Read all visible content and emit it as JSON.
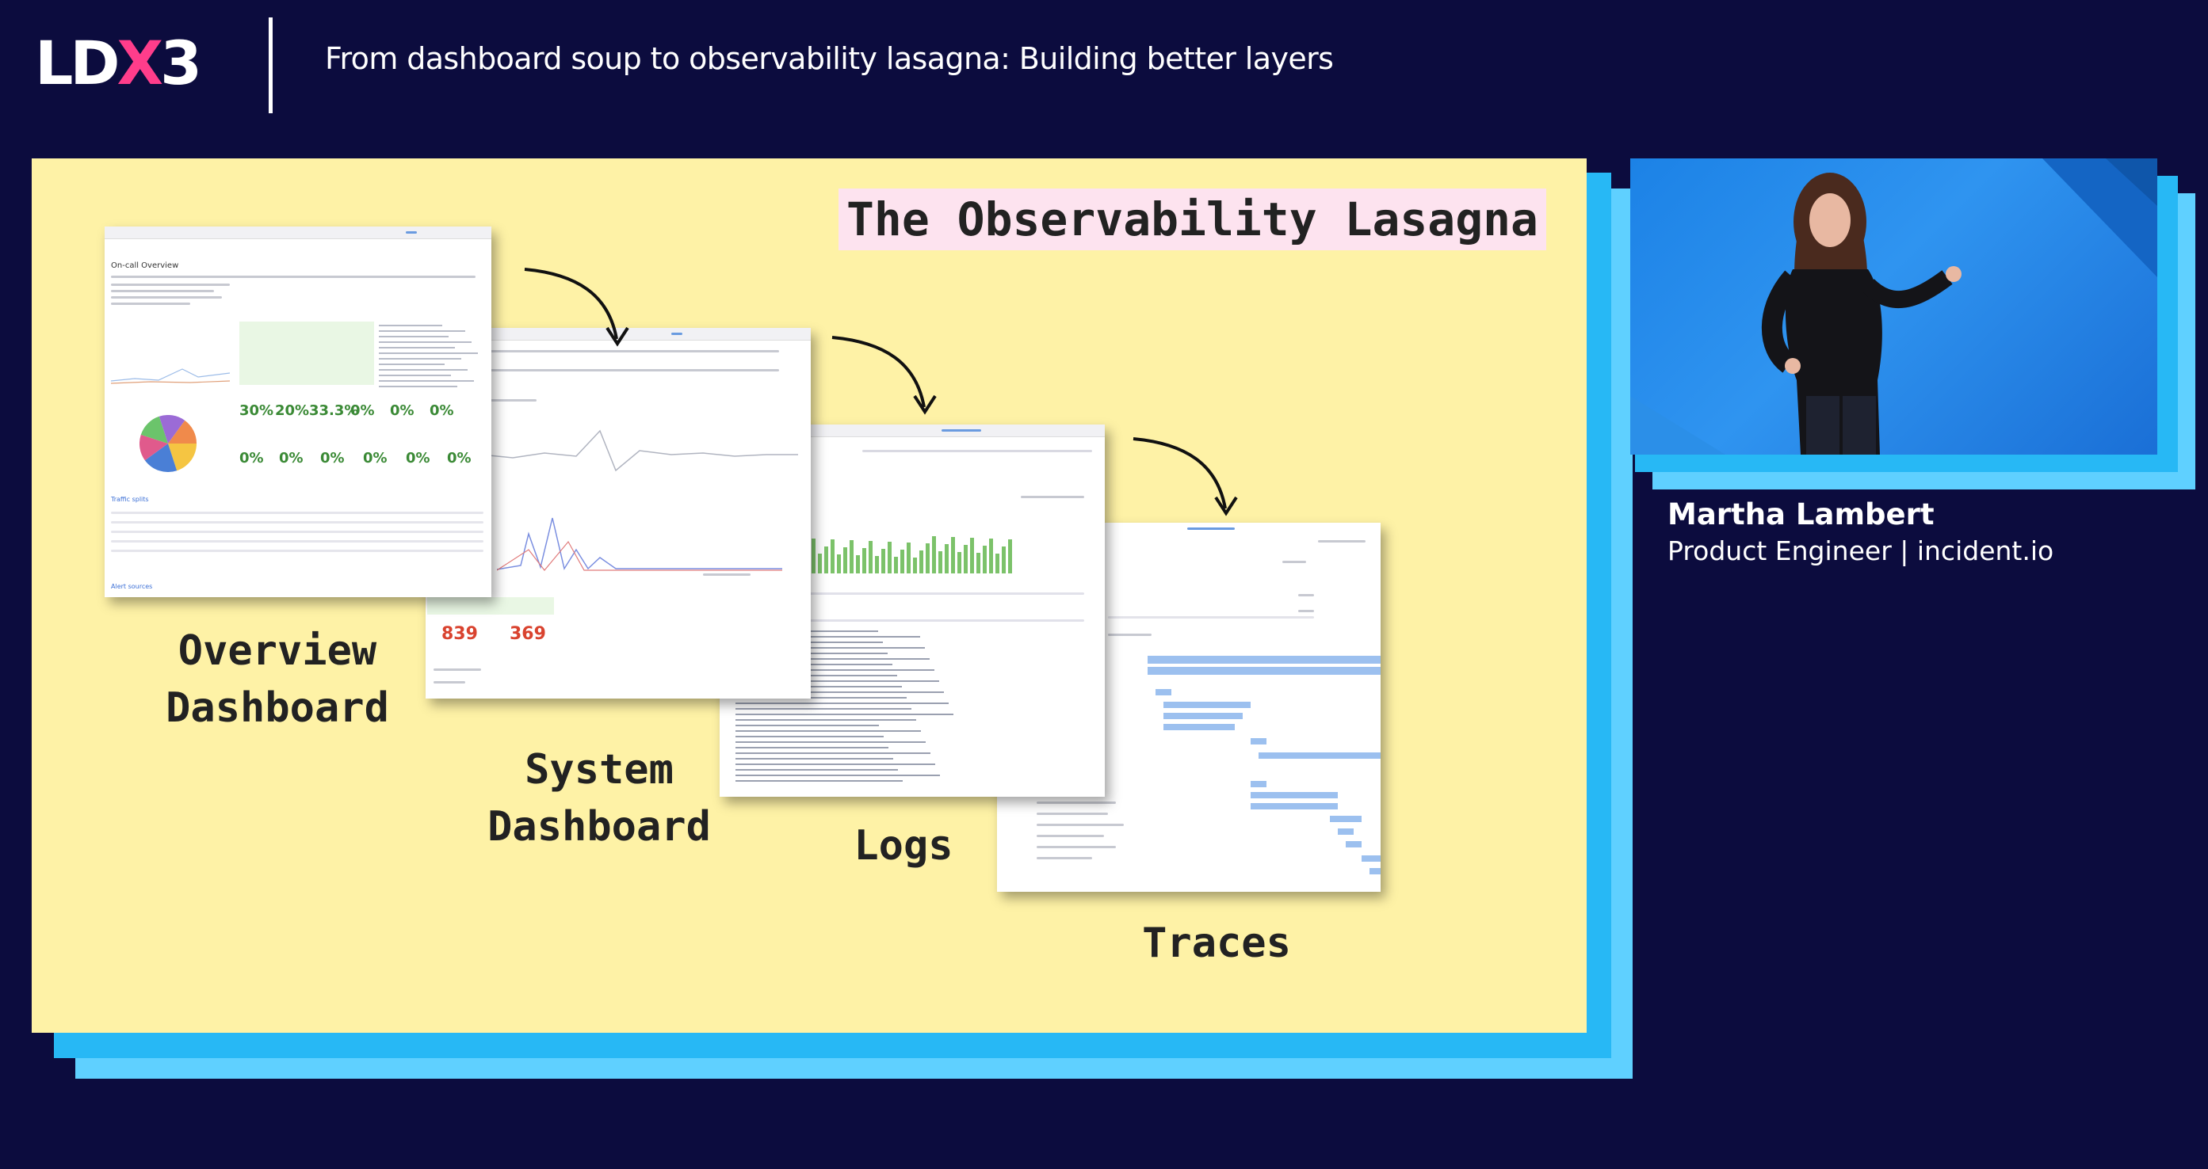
{
  "header": {
    "logo": {
      "part1": "LD",
      "part2": "X",
      "part3": "3"
    },
    "talk_title": "From dashboard soup to observability lasagna: Building better layers"
  },
  "slide": {
    "title": "The Observability Lasagna",
    "layers": [
      {
        "caption_line1": "Overview",
        "caption_line2": "Dashboard"
      },
      {
        "caption_line1": "System",
        "caption_line2": "Dashboard"
      },
      {
        "caption_line1": "Logs",
        "caption_line2": ""
      },
      {
        "caption_line1": "Traces",
        "caption_line2": ""
      }
    ],
    "overview_mock": {
      "heading": "On-call Overview",
      "stats": [
        "30%",
        "20%",
        "33.3%",
        "0%",
        "0%",
        "0%"
      ],
      "stats2": [
        "0%",
        "0%",
        "0%",
        "0%",
        "0%",
        "0%"
      ],
      "section1": "Traffic splits",
      "section2": "Alert sources"
    },
    "system_mock": {
      "stats": [
        "839",
        "369"
      ]
    }
  },
  "speaker": {
    "name": "Martha Lambert",
    "role": "Product Engineer | incident.io"
  },
  "colors": {
    "background": "#0c0c3e",
    "slide": "#fef2a6",
    "accent_pink": "#ff3d8b",
    "accent_blue": "#27b8f5",
    "accent_light_blue": "#5fd0ff",
    "title_highlight": "#fde3ef"
  }
}
